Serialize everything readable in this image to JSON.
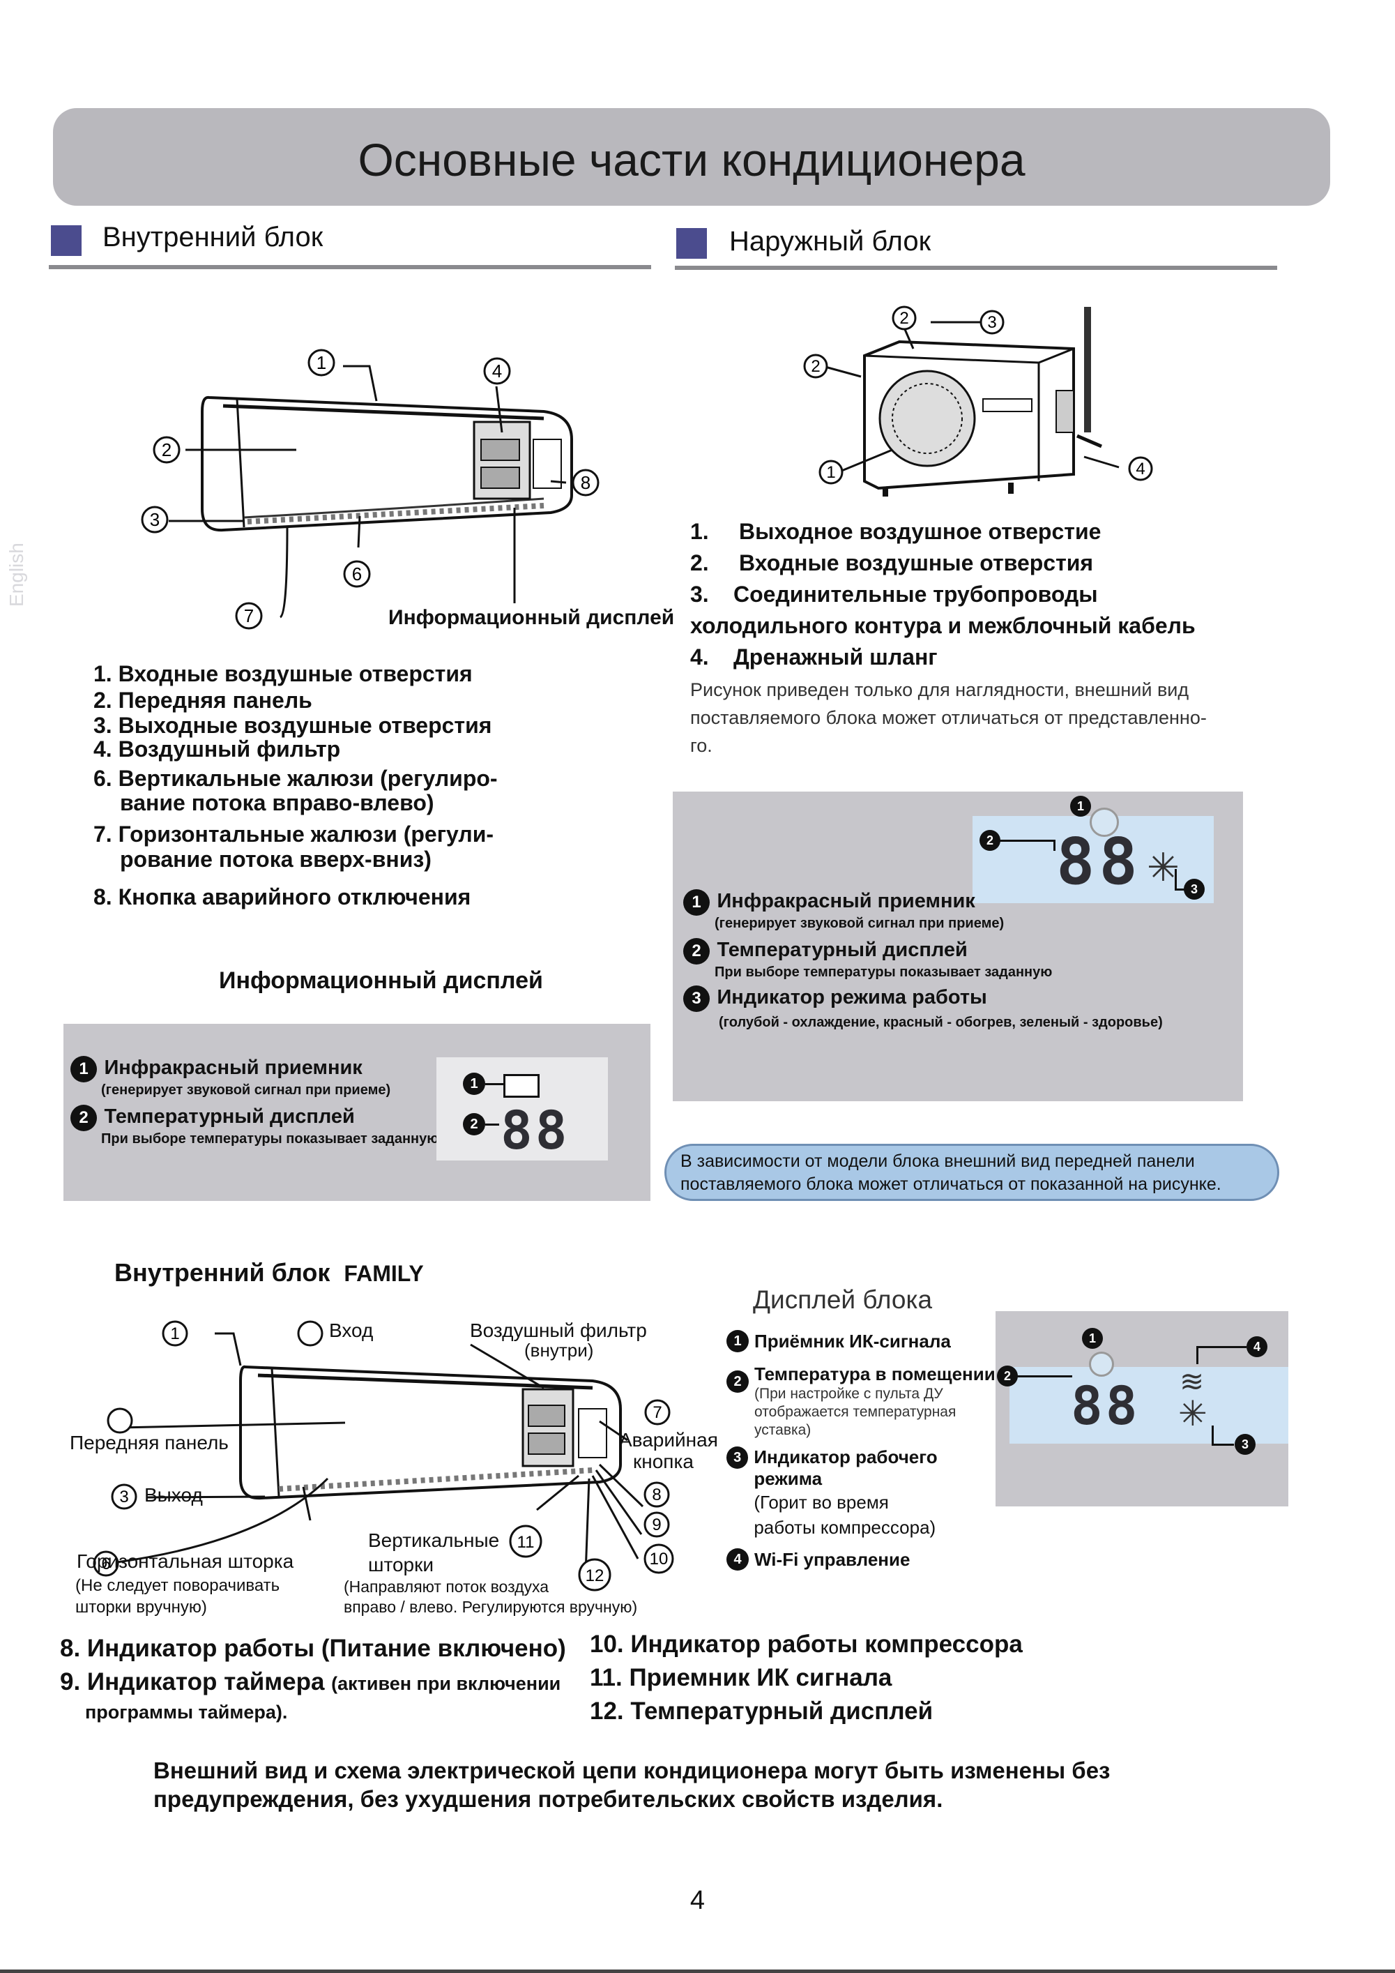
{
  "page": {
    "title": "Основные части кондиционера",
    "side_label": "English",
    "page_number": "4"
  },
  "indoor": {
    "heading": "Внутренний блок",
    "callouts": [
      "1",
      "2",
      "3",
      "4",
      "6",
      "7",
      "8"
    ],
    "display_label": "Информационный дисплей",
    "items": [
      {
        "n": "1.",
        "text": "Входные воздушные отверстия"
      },
      {
        "n": "2.",
        "text": "Передняя панель"
      },
      {
        "n": "3.",
        "text": "Выходные воздушные отверстия"
      },
      {
        "n": "4.",
        "text": "Воздушный фильтр"
      },
      {
        "n": "6.",
        "text": "Вертикальные жалюзи (регулиро-"
      },
      {
        "n": "",
        "text": "вание потока вправо-влево)"
      },
      {
        "n": "7.",
        "text": "Горизонтальные жалюзи (регули-"
      },
      {
        "n": "",
        "text": "рование потока вверх-вниз)"
      },
      {
        "n": "8.",
        "text": "Кнопка аварийного отключения"
      }
    ],
    "info_display_heading": "Информационный дисплей",
    "panel": {
      "b1": "1",
      "b1_title": "Инфракрасный приемник",
      "b1_sub": "(генерирует звуковой сигнал при приеме)",
      "b2": "2",
      "b2_title": "Температурный дисплей",
      "b2_sub": "При выборе температуры показывает заданную",
      "lcd": "88"
    }
  },
  "outdoor": {
    "heading": "Наружный блок",
    "callouts": [
      "1",
      "2",
      "2",
      "3",
      "4"
    ],
    "items": [
      {
        "n": "1.",
        "text": "Выходное воздушное отверстие"
      },
      {
        "n": "2.",
        "text": "Входные воздушные отверстия"
      },
      {
        "n": "3.",
        "text": "Соединительные трубопроводы"
      },
      {
        "n": "",
        "text": "холодильного контура и межблочный кабель"
      },
      {
        "n": "4.",
        "text": "Дренажный шланг"
      }
    ],
    "note_lines": [
      "Рисунок приведен только для наглядности, внешний вид",
      "поставляемого блока может отличаться от представленно-",
      "го."
    ],
    "panel": {
      "lcd": "88",
      "b1": "1",
      "b1_title": "Инфракрасный приемник",
      "b1_sub": "(генерирует звуковой сигнал при приеме)",
      "b2": "2",
      "b2_title": "Температурный дисплей",
      "b2_sub": "При выборе температуры показывает заданную",
      "b3": "3",
      "b3_title": "Индикатор режима работы",
      "b3_sub": "(голубой - охлаждение, красный - обогрев, зеленый - здоровье)"
    },
    "pill_lines": [
      "В зависимости от модели блока внешний вид передней панели",
      "поставляемого блока может отличаться от показанной на рисунке."
    ]
  },
  "family": {
    "heading_bold": "Внутренний блок",
    "heading_model": "FAMILY",
    "labels": {
      "inlet": "Вход",
      "filter_1": "Воздушный фильтр",
      "filter_2": "(внутри)",
      "front_panel": "Передняя панель",
      "outlet": "Выход",
      "emergency_1": "Аварийная",
      "emergency_2": "кнопка",
      "vert_1": "Вертикальные",
      "vert_2": "шторки",
      "vert_3": "(Направляют поток воздуха",
      "vert_4": "вправо / влево. Регулируются вручную)",
      "horiz_1": "Горизонтальная шторка",
      "horiz_2": "(Не следует поворачивать",
      "horiz_3": "шторки вручную)"
    },
    "display_title": "Дисплей блока",
    "display_items": [
      {
        "n": "1",
        "title": "Приёмник ИК-сигнала",
        "sub": []
      },
      {
        "n": "2",
        "title": "Температура в помещении",
        "sub": [
          "(При настройке с пульта ДУ",
          "отображается температурная",
          "уставка)"
        ]
      },
      {
        "n": "3",
        "title": "Индикатор рабочего режима",
        "sub": [
          "(Горит во время",
          "работы компрессора)"
        ]
      },
      {
        "n": "4",
        "title": "Wi-Fi управление",
        "sub": []
      }
    ],
    "lcd": "88",
    "list_left": [
      {
        "text": "8. Индикатор работы (Питание включено)"
      },
      {
        "text": "9. Индикатор таймера ",
        "small": "(активен при включении",
        "cont": "программы таймера)."
      }
    ],
    "list_right": [
      "10. Индикатор работы компрессора",
      "11. Приемник ИК сигнала",
      "12. Температурный дисплей"
    ]
  },
  "footer_lines": [
    "Внешний вид и схема электрической цепи кондиционера могут быть изменены без",
    "предупреждения, без ухудшения потребительских свойств изделия."
  ]
}
